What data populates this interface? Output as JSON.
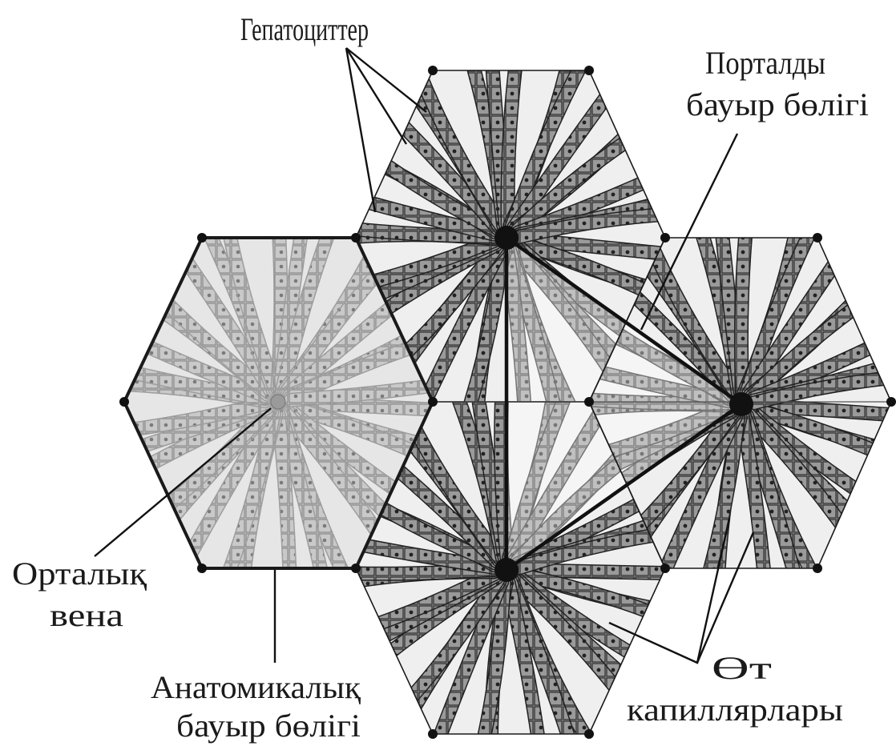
{
  "labels": {
    "hepatocytes": "Гепатоциттер",
    "portal_lobule_line1": "Порталды",
    "portal_lobule_line2": "бауыр бөлігі",
    "central_vein_line1": "Орталық",
    "central_vein_line2": "вена",
    "anatomical_lobule_line1": "Анатомикалық",
    "anatomical_lobule_line2": "бауыр бөлігі",
    "bile_capillaries_line1": "Өт",
    "bile_capillaries_line2": "капиллярлары"
  },
  "colors": {
    "ink": "#111111",
    "light_lobule_fill": "#d6d6d6",
    "dark_lobule_fill": "#8e8e8e",
    "cord_light": "#bdbdbd",
    "cord_dark": "#6f6f6f",
    "background": "#ffffff"
  }
}
